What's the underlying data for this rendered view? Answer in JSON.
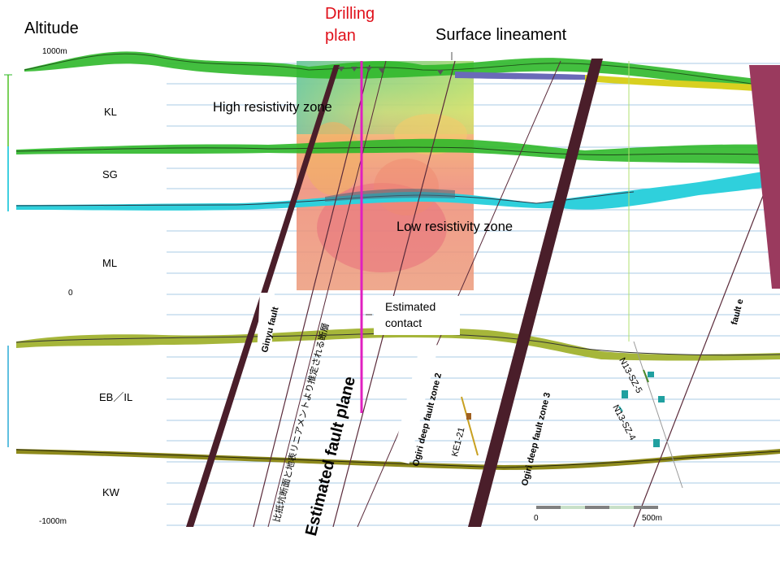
{
  "header": {
    "altitude_label": "Altitude",
    "drilling_plan_line1": "Drilling",
    "drilling_plan_line2": "plan",
    "surface_lineament_label": "Surface lineament"
  },
  "axis": {
    "top_label": "1000m",
    "zero_label": "0",
    "bottom_label": "-1000m"
  },
  "layers": [
    "KL",
    "SG",
    "ML",
    "EB／IL",
    "KW"
  ],
  "zones": {
    "high_resistivity": "High resistivity zone",
    "low_resistivity": "Low resistivity zone"
  },
  "estimated_contact": {
    "line1": "Estimated",
    "line2": "contact"
  },
  "faults": {
    "ginyu": "Ginyu fault",
    "japanese_note": "比抵坑断面と地表リニアメントより推定される断層",
    "estimated_plane": "Estimated fault plane",
    "ogiri_2": "Ogiri deep fault zone 2",
    "ogiri_3": "Ogiri deep fault zone 3",
    "fault_e": "fault e"
  },
  "wells": {
    "ke1_21": "KE1-21",
    "n13_sz_5": "N13-SZ-5",
    "n13_sz_4": "N13-SZ-4"
  },
  "scale_bar": {
    "start": "0",
    "end": "500m"
  },
  "colors": {
    "drill_line": "#e020c0",
    "fault_dark": "#4a1e2a",
    "layer_green": "#2fb82a",
    "layer_cyan": "#2fd0dc",
    "layer_olive": "#a6b63a",
    "layer_khaki": "#8e8a1c",
    "fault_e_fill": "#9a3a5e"
  }
}
